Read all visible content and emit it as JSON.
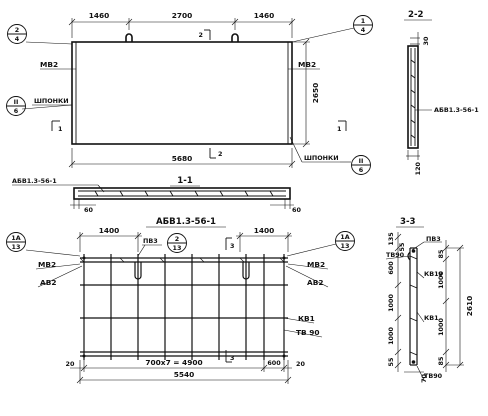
{
  "panel_plan": {
    "dims_top": [
      "1460",
      "2700",
      "1460"
    ],
    "length_bottom": "5680",
    "height_right": "2650",
    "label_mv2_left": "МВ2",
    "label_mv2_right": "МВ2",
    "label_shponki_left": "ШПОНКИ",
    "label_shponki_right": "ШПОНКИ",
    "callout_top_left": {
      "top": "2",
      "bottom": "4"
    },
    "callout_top_right": {
      "top": "1",
      "bottom": "4"
    },
    "callout_left": {
      "top": "II",
      "bottom": "6"
    },
    "callout_bottom_right": {
      "top": "II",
      "bottom": "6"
    },
    "section_mark_2": "2",
    "section_mark_1": "1"
  },
  "section_2_2": {
    "title": "2-2",
    "dim_top": "30",
    "dim_bottom": "120",
    "label": "АБВ1.3-56-1"
  },
  "section_1_1": {
    "title": "1-1",
    "label": "АБВ1.3-56-1",
    "dim_left": "60",
    "dim_right": "60"
  },
  "cage": {
    "title": "АБВ1.3-56-1",
    "dim_left": "1400",
    "dim_right": "1400",
    "label_pv3": "ПВ3",
    "callout_center": {
      "top": "2",
      "bottom": "13"
    },
    "callout_left": {
      "top": "1А",
      "bottom": "13"
    },
    "callout_right": {
      "top": "1А",
      "bottom": "13"
    },
    "label_mv2_left": "МВ2",
    "label_ab2_left": "АВ2",
    "label_mv2_right": "МВ2",
    "label_ab2_right": "АВ2",
    "label_kv1": "КВ1",
    "label_tv90": "ТВ 90",
    "dim_bottom_left": "20",
    "dim_bottom_mid": "700х7 = 4900",
    "dim_bottom_right_600": "600",
    "dim_bottom_right_20": "20",
    "overall_length": "5540",
    "section_mark_3": "3"
  },
  "section_3_3": {
    "title": "3-3",
    "label_pv3": "ПВ3",
    "label_tv90_top": "ТВ90",
    "label_kv19": "КВ19",
    "label_kv1": "КВ1",
    "label_tv90_bottom": "ТВ90",
    "dims_left": [
      "135",
      "55",
      "600",
      "1000",
      "1000",
      "55"
    ],
    "dims_right": [
      "85",
      "1000",
      "1000",
      "85"
    ],
    "dim_total": "2610",
    "dim_bottom": "70"
  }
}
